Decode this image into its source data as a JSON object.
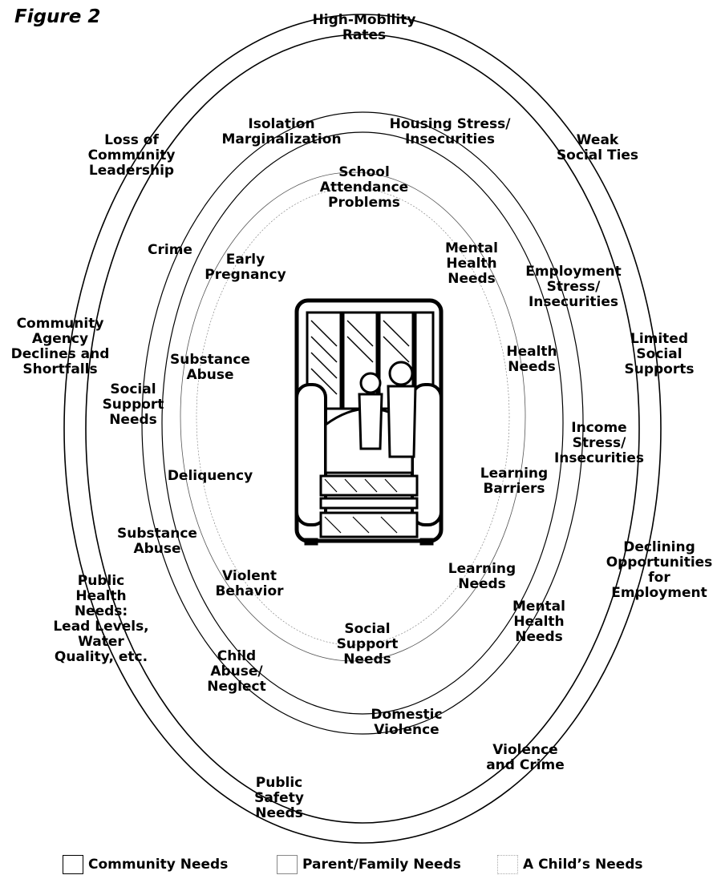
{
  "title": "Figure 2",
  "legend": [
    {
      "label": "Community Needs",
      "style": "solid"
    },
    {
      "label": "Parent/Family Needs",
      "style": "thin"
    },
    {
      "label": "A Child’s Needs",
      "style": "dotted"
    }
  ],
  "labels": {
    "community": [
      "High-Mobility\nRates",
      "Loss of\nCommunity\nLeadership",
      "Weak\nSocial Ties",
      "Community\nAgency\nDeclines and\nShortfalls",
      "Limited\nSocial\nSupports",
      "Declining\nOpportunities\nfor Employment",
      "Public\nHealth\nNeeds:\nLead Levels,\nWater\nQuality, etc.",
      "Violence\nand Crime",
      "Public\nSafety\nNeeds"
    ],
    "family": [
      "Isolation\nMarginalization",
      "Housing Stress/\nInsecurities",
      "Crime",
      "Employment\nStress/\nInsecurities",
      "Social\nSupport\nNeeds",
      "Income\nStress/\nInsecurities",
      "Substance\nAbuse",
      "Mental\nHealth\nNeeds",
      "Child\nAbuse/\nNeglect",
      "Domestic\nViolence"
    ],
    "child": [
      "School\nAttendance\nProblems",
      "Early\nPregnancy",
      "Mental\nHealth\nNeeds",
      "Substance\nAbuse",
      "Health\nNeeds",
      "Deliquency",
      "Learning\nBarriers",
      "Violent\nBehavior",
      "Learning\nNeeds",
      "Social\nSupport\nNeeds"
    ]
  }
}
